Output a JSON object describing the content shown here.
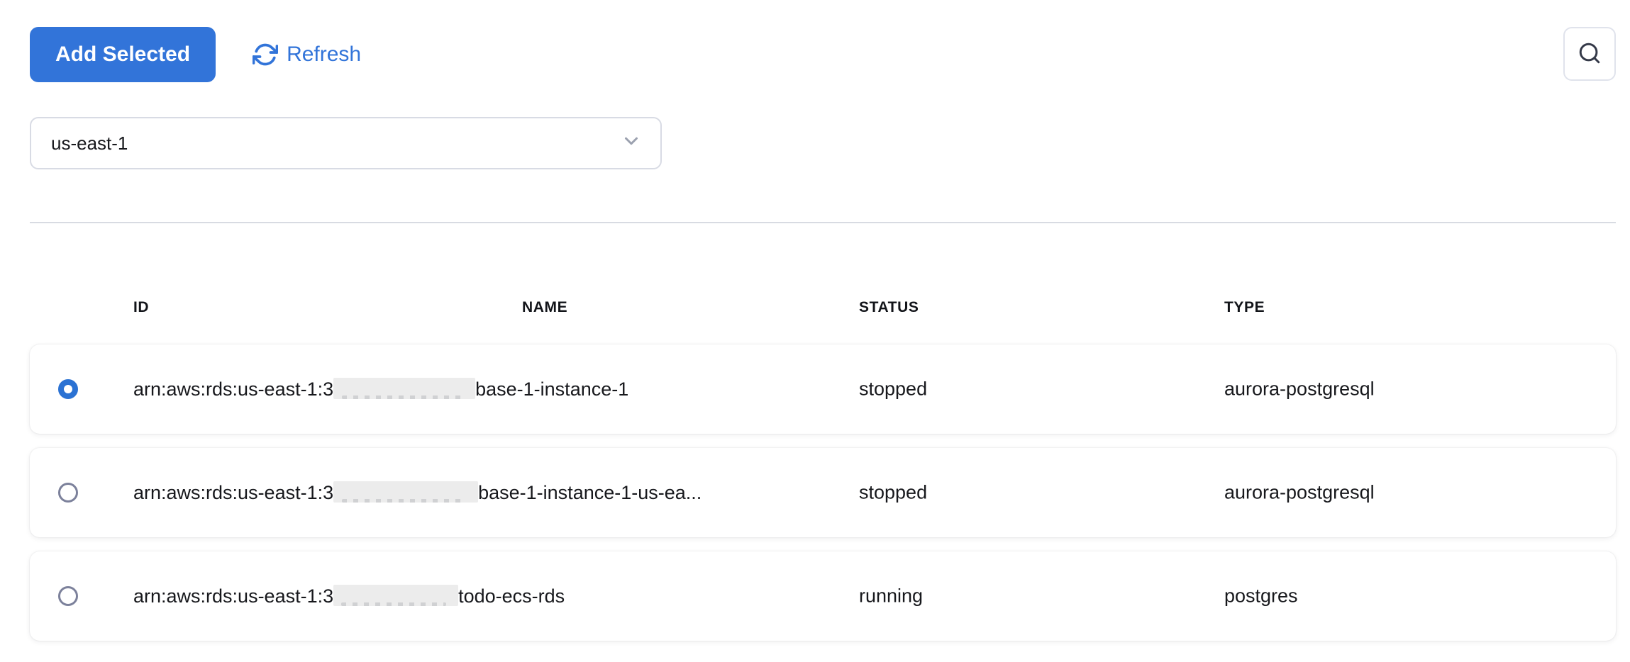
{
  "toolbar": {
    "add_selected_label": "Add Selected",
    "refresh_label": "Refresh"
  },
  "region_select": {
    "value": "us-east-1"
  },
  "table": {
    "columns": {
      "id": "ID",
      "name": "NAME",
      "status": "STATUS",
      "type": "TYPE"
    },
    "rows": [
      {
        "selected": true,
        "id_prefix": "arn:aws:rds:us-east-1:3",
        "id_redacted": "account-id-redacted",
        "id_suffix": "base-1-instance-1",
        "status": "stopped",
        "type": "aurora-postgresql"
      },
      {
        "selected": false,
        "id_prefix": "arn:aws:rds:us-east-1:3",
        "id_redacted": "account-id-redacted",
        "id_suffix": "base-1-instance-1-us-ea...",
        "status": "stopped",
        "type": "aurora-postgresql"
      },
      {
        "selected": false,
        "id_prefix": "arn:aws:rds:us-east-1:3",
        "id_redacted": "account-id-redacted",
        "id_suffix": "todo-ecs-rds",
        "status": "running",
        "type": "postgres"
      }
    ]
  },
  "icons": {
    "refresh": "refresh-icon",
    "search": "search-icon",
    "chevron": "chevron-down-icon"
  },
  "colors": {
    "primary_blue": "#3274d9",
    "link_blue": "#3274d9",
    "text": "#17181c",
    "divider": "#d8dbe2",
    "redaction_grey": "#ececec",
    "radio_selected": "#2b72d3",
    "radio_unselected": "#7c819b"
  }
}
